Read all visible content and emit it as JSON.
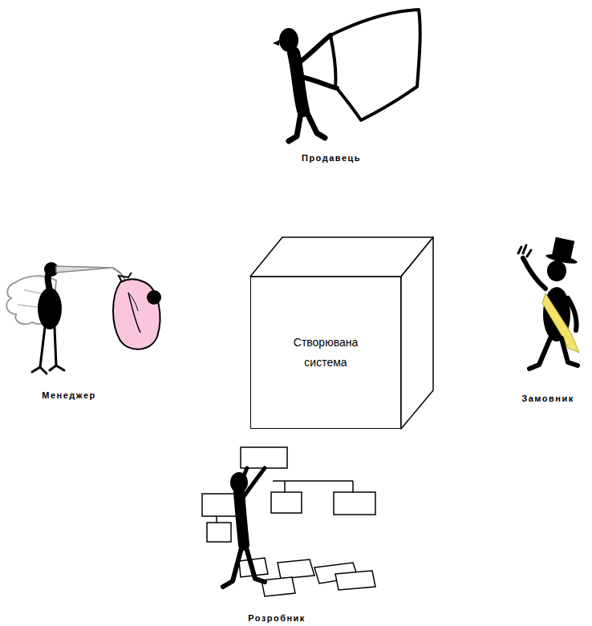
{
  "diagram": {
    "nodes": [
      {
        "text": [
          "Створювана система"
        ]
      }
    ],
    "labels": [
      "Продавець",
      "Менеджер",
      "Замовник",
      "Розробник"
    ]
  }
}
